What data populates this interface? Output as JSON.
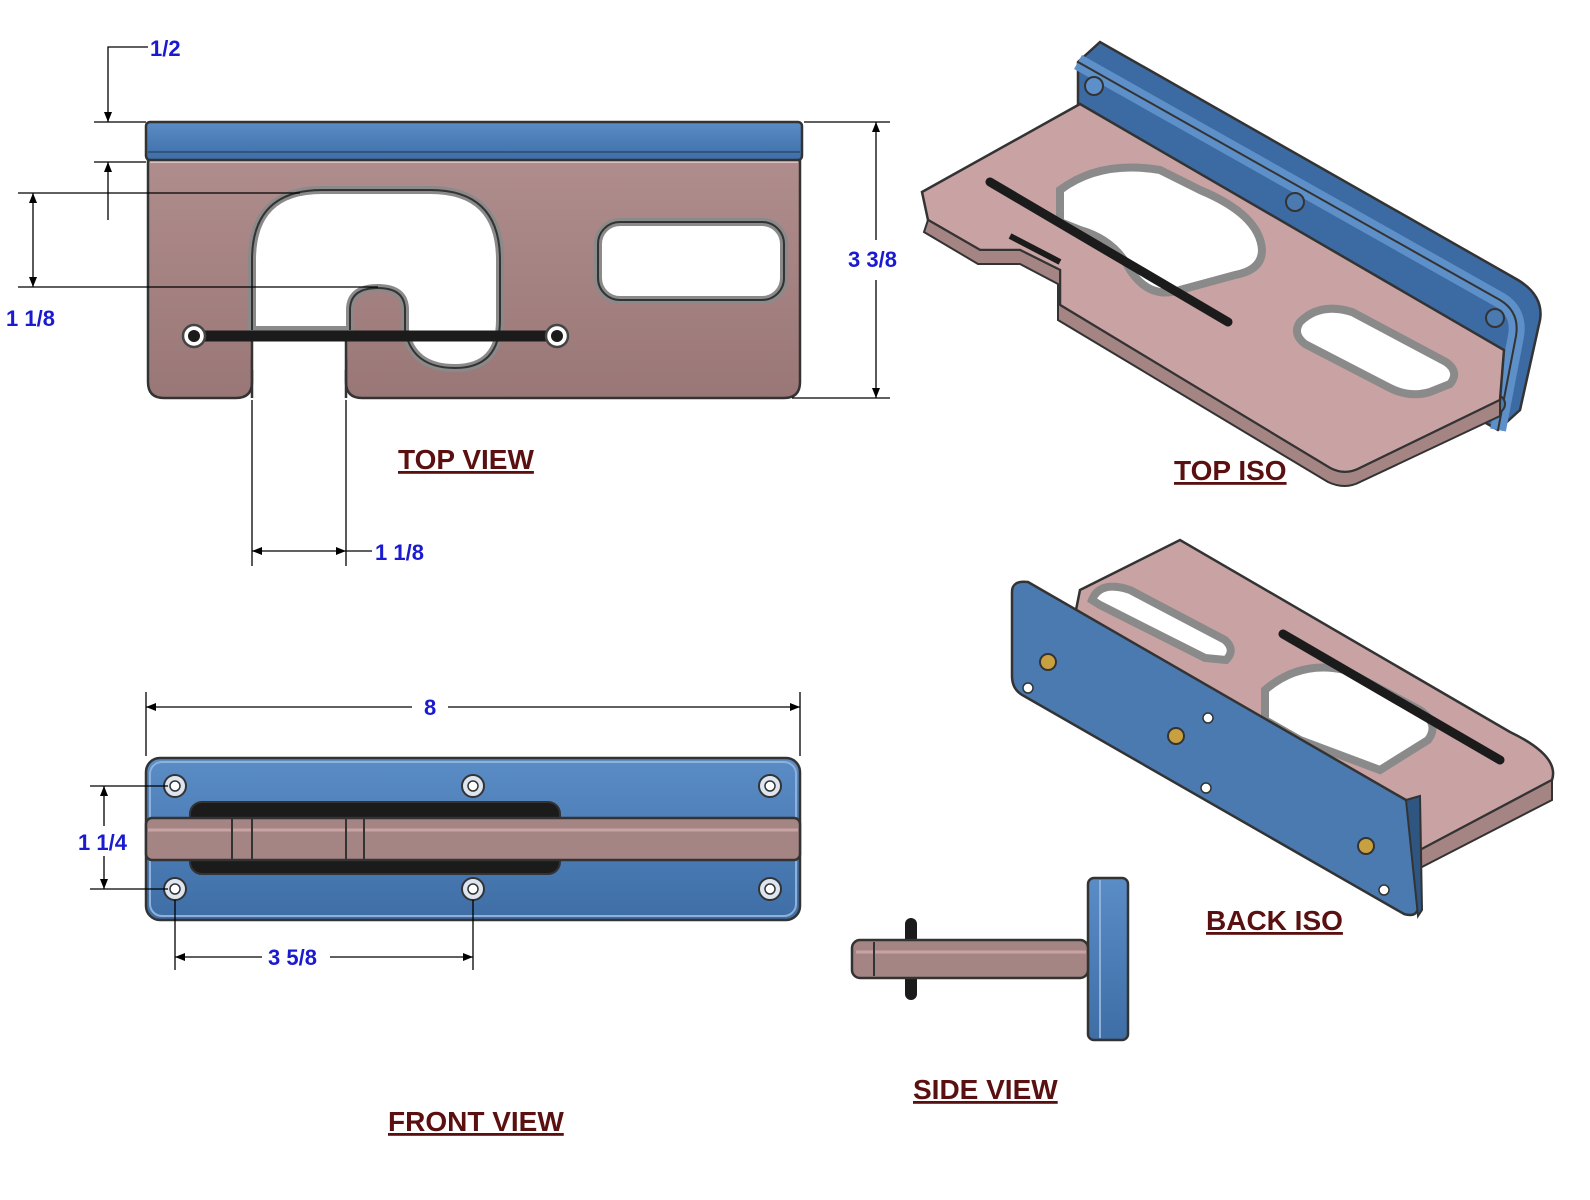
{
  "colors": {
    "plate": "#a07e7e",
    "plate_light": "#cfa8a8",
    "plate_edge": "#8a8a8a",
    "blue": "#4a7ab0",
    "blue_light": "#5d8fc9",
    "blue_dark": "#2f5680",
    "rod": "#1b1b1b",
    "dimension_text": "#1a1ad0",
    "label_text": "#5a1010"
  },
  "views": {
    "top": "TOP VIEW",
    "top_iso": "TOP ISO",
    "back_iso": "BACK ISO",
    "front": "FRONT VIEW",
    "side": "SIDE VIEW"
  },
  "dimensions": {
    "top_half": "1/2",
    "top_height": "3 3/8",
    "top_slot_depth": "1 1/8",
    "top_slot_width": "1 1/8",
    "front_length": "8",
    "front_height": "1 1/4",
    "front_hole_spacing": "3 5/8"
  }
}
